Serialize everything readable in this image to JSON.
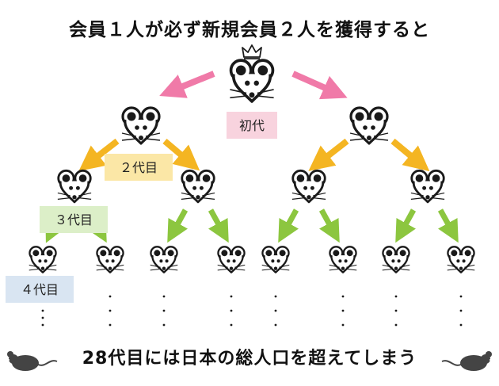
{
  "title": "会員１人が必ず新規会員２人を獲得すると",
  "footer": "28代目には日本の総人口を超えてしまう",
  "generation_labels": {
    "gen1": "初代",
    "gen2": "２代目",
    "gen3": "３代目",
    "gen4": "４代目"
  },
  "colors": {
    "gen1_arrow": "#f07aa8",
    "gen2_arrow": "#f4b522",
    "gen3_arrow": "#8cc63f",
    "gen1_label_bg": "#f8d3de",
    "gen2_label_bg": "#fbe7a6",
    "gen3_label_bg": "#dcefc8",
    "gen4_label_bg": "#d9e5f2",
    "mouse": "#1a1a1a"
  },
  "icons": {
    "crown": "crown-icon",
    "mouse": "mouse-face-icon",
    "corner_mouse": "mouse-silhouette-icon"
  },
  "continuation_marker": "⋮"
}
